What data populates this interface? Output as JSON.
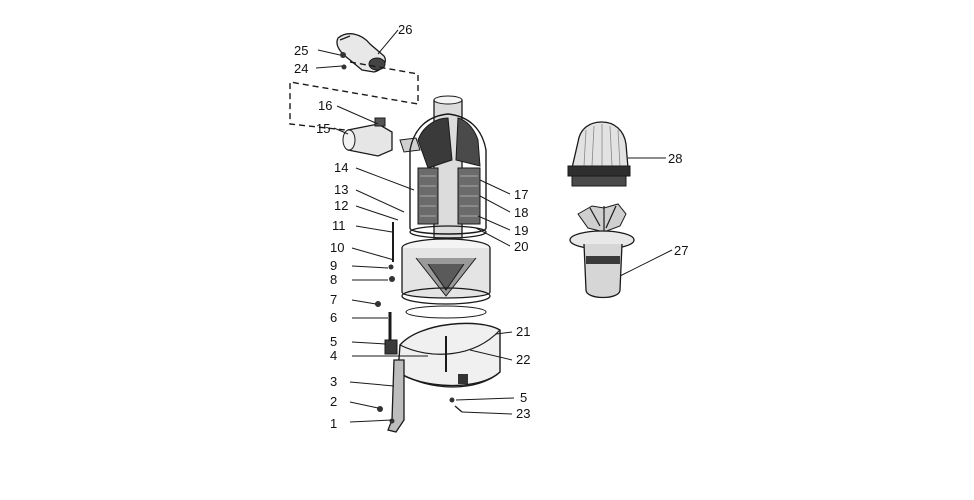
{
  "diagram": {
    "labels": [
      "1",
      "2",
      "3",
      "4",
      "5",
      "6",
      "7",
      "8",
      "9",
      "10",
      "11",
      "12",
      "13",
      "14",
      "15",
      "16",
      "17",
      "18",
      "19",
      "20",
      "21",
      "22",
      "23",
      "24",
      "25",
      "26",
      "27",
      "28",
      "5"
    ]
  },
  "colors": {
    "ink": "#1a1a1a",
    "background": "#ffffff",
    "shade": "#3a3a3a",
    "light": "#d8d8d8"
  }
}
